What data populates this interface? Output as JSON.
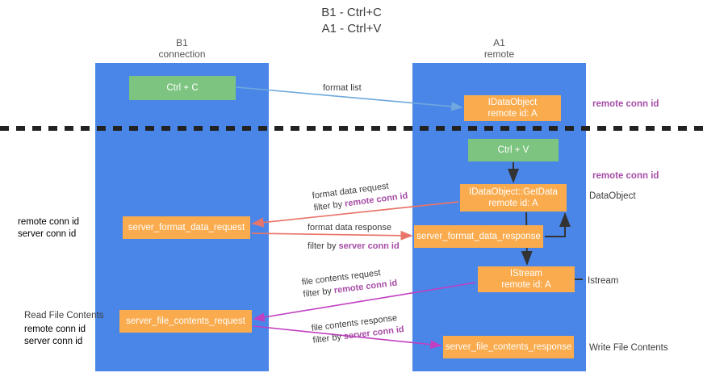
{
  "title": {
    "line1": "B1 - Ctrl+C",
    "line2": "A1 - Ctrl+V"
  },
  "lanes": [
    {
      "id": "b1",
      "name": "B1",
      "sub": "connection",
      "color": "#4a86e8"
    },
    {
      "id": "a1",
      "name": "A1",
      "sub": "remote",
      "color": "#4a86e8"
    }
  ],
  "nodes": {
    "ctrl_c": {
      "label": "Ctrl + C",
      "color": "#7cc47f"
    },
    "idataobject": {
      "line1": "IDataObject",
      "line2": "remote id: A",
      "color": "#f9ab4e"
    },
    "ctrl_v": {
      "label": "Ctrl + V",
      "color": "#7cc47f"
    },
    "getdata": {
      "line1": "IDataObject::GetData",
      "line2": "remote id: A",
      "color": "#f9ab4e"
    },
    "server_format_data_request": {
      "label": "server_format_data_request",
      "color": "#f9ab4e"
    },
    "server_format_data_response": {
      "label": "server_format_data_response",
      "color": "#f9ab4e"
    },
    "istream": {
      "line1": "IStream",
      "line2": "remote id: A",
      "color": "#f9ab4e"
    },
    "server_file_contents_request": {
      "label": "server_file_contents_request",
      "color": "#f9ab4e"
    },
    "server_file_contents_response": {
      "label": "server_file_contents_response",
      "color": "#f9ab4e"
    }
  },
  "flows": {
    "format_list": {
      "text": "format list"
    },
    "format_data_request": {
      "text": "format data request",
      "filter_prefix": "filter by ",
      "filter_key": "remote conn id"
    },
    "format_data_response": {
      "text": "format data response",
      "filter_prefix": "filter by ",
      "filter_key": "server conn id"
    },
    "file_contents_request": {
      "text": "file contents request",
      "filter_prefix": "filter by ",
      "filter_key": "remote conn id"
    },
    "file_contents_response": {
      "text": "file contents response",
      "filter_prefix": "filter by ",
      "filter_key": "server conn id"
    }
  },
  "annotations": {
    "remote_conn_id_top": "remote conn id",
    "remote_conn_id_mid": "remote conn id",
    "dataobject": "DataObject",
    "istream_label": "Istream",
    "write_file_contents": "Write File Contents",
    "read_file_contents": "Read File Contents",
    "left_remote_conn_id_1": "remote conn id",
    "left_server_conn_id_1": "server conn id",
    "left_remote_conn_id_2": "remote conn id",
    "left_server_conn_id_2": "server conn id"
  },
  "colors": {
    "lane": "#4a86e8",
    "green_node": "#7cc47f",
    "orange_node": "#f9ab4e",
    "purple_text": "#a64ca6",
    "green_text": "#6aa84f",
    "arrow_blue": "#6fa8dc",
    "arrow_red": "#e8756a",
    "arrow_magenta": "#c13fc1",
    "arrow_dark": "#333333",
    "divider": "#222222"
  }
}
